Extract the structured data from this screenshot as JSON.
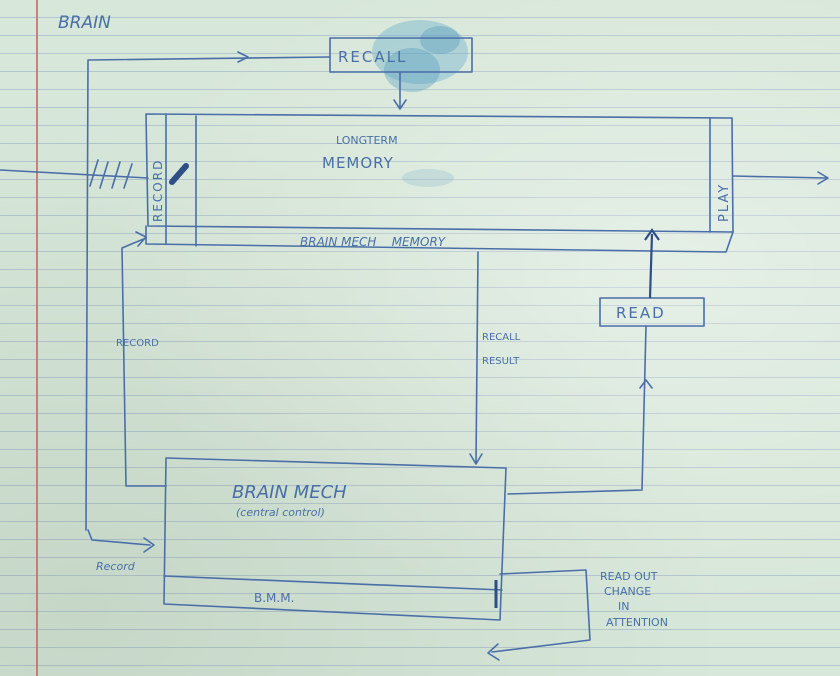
{
  "diagram": {
    "title": "BRAIN",
    "recall_box": "RECALL",
    "ltm_line1": "LONGTERM",
    "ltm_line2": "MEMORY",
    "record_vertical": "RECORD",
    "play_vertical": "PLAY",
    "bmm_strip": "BRAIN MECH    MEMORY",
    "read_box": "READ",
    "record_side_label": "RECORD",
    "recall_result_1": "RECALL",
    "recall_result_2": "RESULT",
    "brain_mech_title": "BRAIN MECH",
    "brain_mech_sub": "(central control)",
    "bmm_short": "B.M.M.",
    "record_bottom_label": "Record",
    "readout_1": "READ OUT",
    "readout_2": "CHANGE",
    "readout_3": "IN",
    "readout_4": "ATTENTION",
    "ink_color": "#4a6fa8",
    "paper_color": "#d7e7d9",
    "ink_blot_color": "#5aa6c8"
  }
}
